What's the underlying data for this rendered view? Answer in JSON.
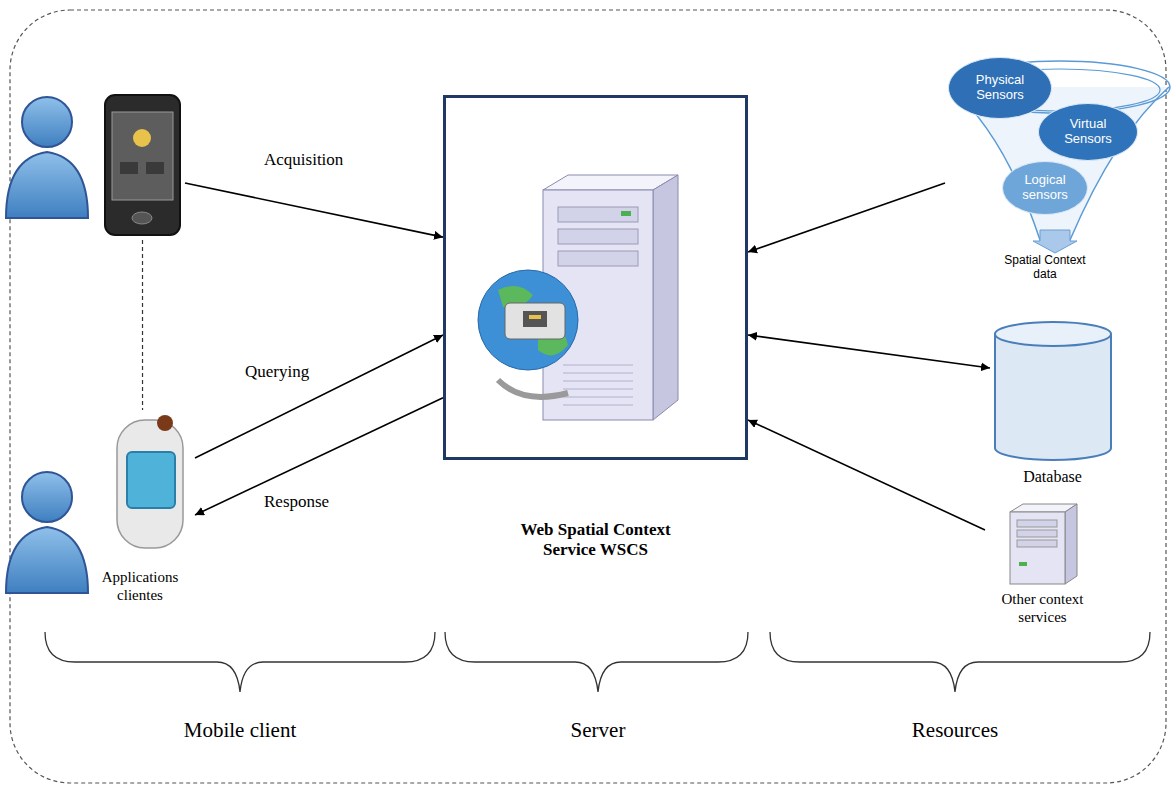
{
  "diagram": {
    "nodes": [
      {
        "text": []
      },
      {
        "text": [
          "Web Spatial Context Service WSCS"
        ]
      },
      {
        "text": [
          "Spatial Context data"
        ]
      },
      {
        "text": [
          "Physical Sensors"
        ],
        "in": 2
      },
      {
        "text": [
          "Virtual Sensors"
        ],
        "in": 2
      },
      {
        "text": [
          "Logical sensors"
        ],
        "in": 2
      },
      {
        "text": [
          "Database"
        ]
      },
      {
        "text": [
          "Applications clientes"
        ]
      },
      {
        "text": [
          "Other context services"
        ]
      }
    ],
    "edges": [
      {
        "from": 0,
        "to": 1,
        "arrow": "to",
        "label": "Acquisition"
      },
      {
        "from": 7,
        "to": 1,
        "arrow": "to",
        "label": "Querying"
      },
      {
        "from": 1,
        "to": 7,
        "arrow": "to",
        "label": "Response"
      },
      {
        "from": 2,
        "to": 1,
        "arrow": "to"
      },
      {
        "from": 1,
        "to": 6,
        "arrow": "both"
      },
      {
        "from": 8,
        "to": 1,
        "arrow": "to"
      },
      {
        "from": 0,
        "to": 7,
        "arrow": "none"
      }
    ],
    "labels": [
      "Mobile client",
      "Server",
      "Resources"
    ]
  }
}
